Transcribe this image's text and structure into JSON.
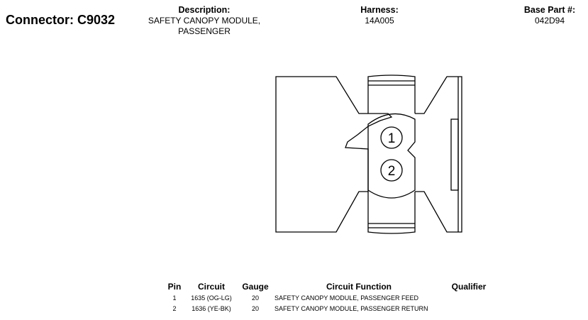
{
  "header": {
    "connector_title": "Connector: C9032",
    "description_label": "Description:",
    "description_line1": "SAFETY CANOPY MODULE,",
    "description_line2": "PASSENGER",
    "harness_label": "Harness:",
    "harness_value": "14A005",
    "base_part_label": "Base Part #:",
    "base_part_value": "042D94"
  },
  "diagram": {
    "pin_labels": [
      "1",
      "2"
    ]
  },
  "table": {
    "headers": {
      "pin": "Pin",
      "circuit": "Circuit",
      "gauge": "Gauge",
      "function": "Circuit Function",
      "qualifier": "Qualifier"
    },
    "rows": [
      {
        "pin": "1",
        "circuit": "1635 (OG-LG)",
        "gauge": "20",
        "function": "SAFETY CANOPY MODULE, PASSENGER FEED",
        "qualifier": ""
      },
      {
        "pin": "2",
        "circuit": "1636 (YE-BK)",
        "gauge": "20",
        "function": "SAFETY CANOPY MODULE, PASSENGER RETURN",
        "qualifier": ""
      }
    ]
  }
}
